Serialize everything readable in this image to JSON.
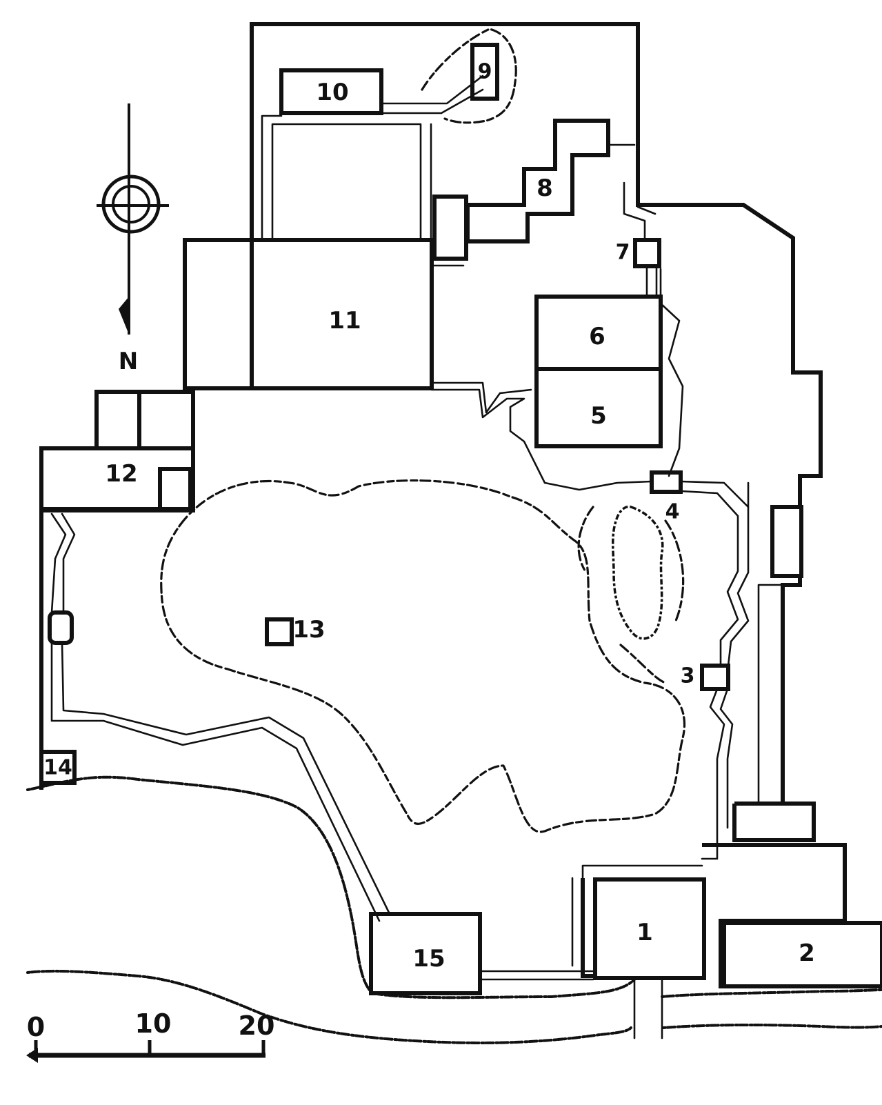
{
  "plan": {
    "buildings": {
      "b1": "1",
      "b2": "2",
      "b3": "3",
      "b4": "4",
      "b5": "5",
      "b6": "6",
      "b7": "7",
      "b8": "8",
      "b9": "9",
      "b10": "10",
      "b11": "11",
      "b12": "12",
      "b13": "13",
      "b14": "14",
      "b15": "15"
    }
  },
  "north_arrow": {
    "label": "N"
  },
  "scale_bar": {
    "ticks": [
      "0",
      "10",
      "20"
    ]
  }
}
